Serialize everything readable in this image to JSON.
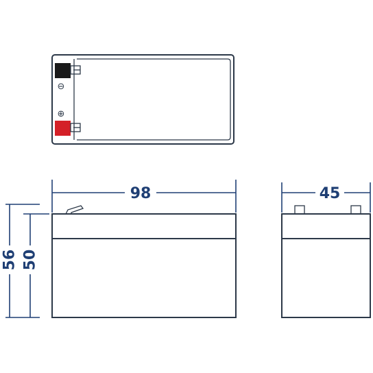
{
  "diagram": {
    "dimensions": {
      "length": "98",
      "width": "45",
      "total_height": "56",
      "case_height": "50"
    },
    "terminals": {
      "negative_symbol": "⊖",
      "positive_symbol": "⊕",
      "negative_color": "#1a1a1a",
      "positive_color": "#d42027"
    },
    "colors": {
      "outline": "#2c3848",
      "dimension": "#1f3f74"
    }
  }
}
